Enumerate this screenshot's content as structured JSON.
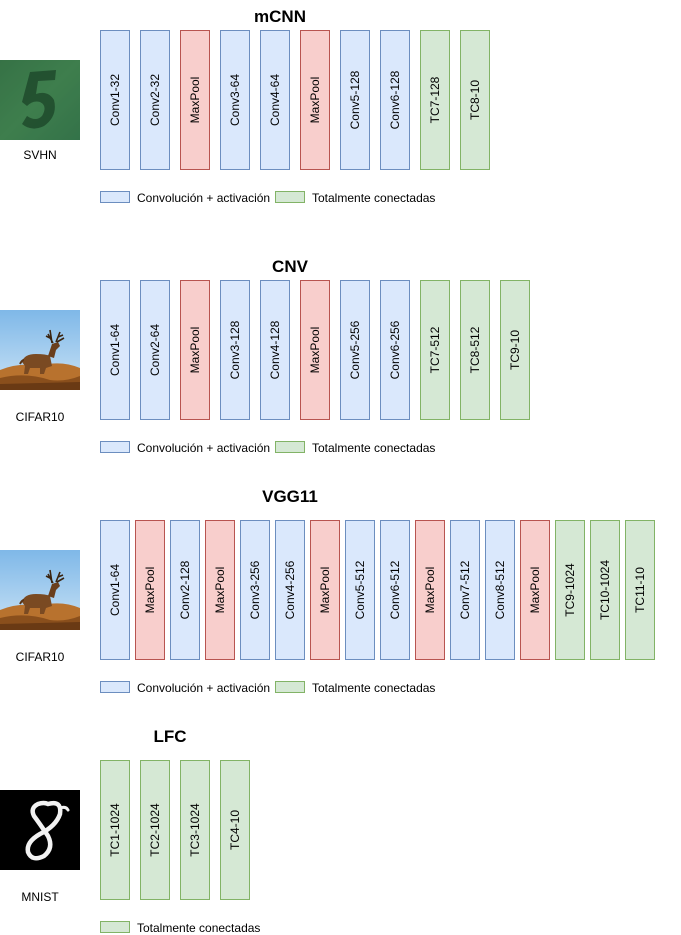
{
  "colors": {
    "conv": "#dae8fc",
    "pool": "#f8cecc",
    "fc": "#d5e8d4"
  },
  "legend": {
    "conv": "Convolución + activación",
    "fc": "Totalmente conectadas"
  },
  "networks": [
    {
      "title": "mCNN",
      "dataset": "SVHN",
      "image": "svhn-digit-5",
      "layers": [
        {
          "label": "Conv1-32",
          "kind": "conv"
        },
        {
          "label": "Conv2-32",
          "kind": "conv"
        },
        {
          "label": "MaxPool",
          "kind": "pool"
        },
        {
          "label": "Conv3-64",
          "kind": "conv"
        },
        {
          "label": "Conv4-64",
          "kind": "conv"
        },
        {
          "label": "MaxPool",
          "kind": "pool"
        },
        {
          "label": "Conv5-128",
          "kind": "conv"
        },
        {
          "label": "Conv6-128",
          "kind": "conv"
        },
        {
          "label": "TC7-128",
          "kind": "fc"
        },
        {
          "label": "TC8-10",
          "kind": "fc"
        }
      ],
      "legend_items": [
        "conv",
        "fc"
      ]
    },
    {
      "title": "CNV",
      "dataset": "CIFAR10",
      "image": "cifar10-deer",
      "layers": [
        {
          "label": "Conv1-64",
          "kind": "conv"
        },
        {
          "label": "Conv2-64",
          "kind": "conv"
        },
        {
          "label": "MaxPool",
          "kind": "pool"
        },
        {
          "label": "Conv3-128",
          "kind": "conv"
        },
        {
          "label": "Conv4-128",
          "kind": "conv"
        },
        {
          "label": "MaxPool",
          "kind": "pool"
        },
        {
          "label": "Conv5-256",
          "kind": "conv"
        },
        {
          "label": "Conv6-256",
          "kind": "conv"
        },
        {
          "label": "TC7-512",
          "kind": "fc"
        },
        {
          "label": "TC8-512",
          "kind": "fc"
        },
        {
          "label": "TC9-10",
          "kind": "fc"
        }
      ],
      "legend_items": [
        "conv",
        "fc"
      ]
    },
    {
      "title": "VGG11",
      "dataset": "CIFAR10",
      "image": "cifar10-deer",
      "layers": [
        {
          "label": "Conv1-64",
          "kind": "conv"
        },
        {
          "label": "MaxPool",
          "kind": "pool"
        },
        {
          "label": "Conv2-128",
          "kind": "conv"
        },
        {
          "label": "MaxPool",
          "kind": "pool"
        },
        {
          "label": "Conv3-256",
          "kind": "conv"
        },
        {
          "label": "Conv4-256",
          "kind": "conv"
        },
        {
          "label": "MaxPool",
          "kind": "pool"
        },
        {
          "label": "Conv5-512",
          "kind": "conv"
        },
        {
          "label": "Conv6-512",
          "kind": "conv"
        },
        {
          "label": "MaxPool",
          "kind": "pool"
        },
        {
          "label": "Conv7-512",
          "kind": "conv"
        },
        {
          "label": "Conv8-512",
          "kind": "conv"
        },
        {
          "label": "MaxPool",
          "kind": "pool"
        },
        {
          "label": "TC9-1024",
          "kind": "fc"
        },
        {
          "label": "TC10-1024",
          "kind": "fc"
        },
        {
          "label": "TC11-10",
          "kind": "fc"
        }
      ],
      "legend_items": [
        "conv",
        "fc"
      ]
    },
    {
      "title": "LFC",
      "dataset": "MNIST",
      "image": "mnist-digit-8",
      "layers": [
        {
          "label": "TC1-1024",
          "kind": "fc"
        },
        {
          "label": "TC2-1024",
          "kind": "fc"
        },
        {
          "label": "TC3-1024",
          "kind": "fc"
        },
        {
          "label": "TC4-10",
          "kind": "fc"
        }
      ],
      "legend_items": [
        "fc"
      ]
    }
  ]
}
